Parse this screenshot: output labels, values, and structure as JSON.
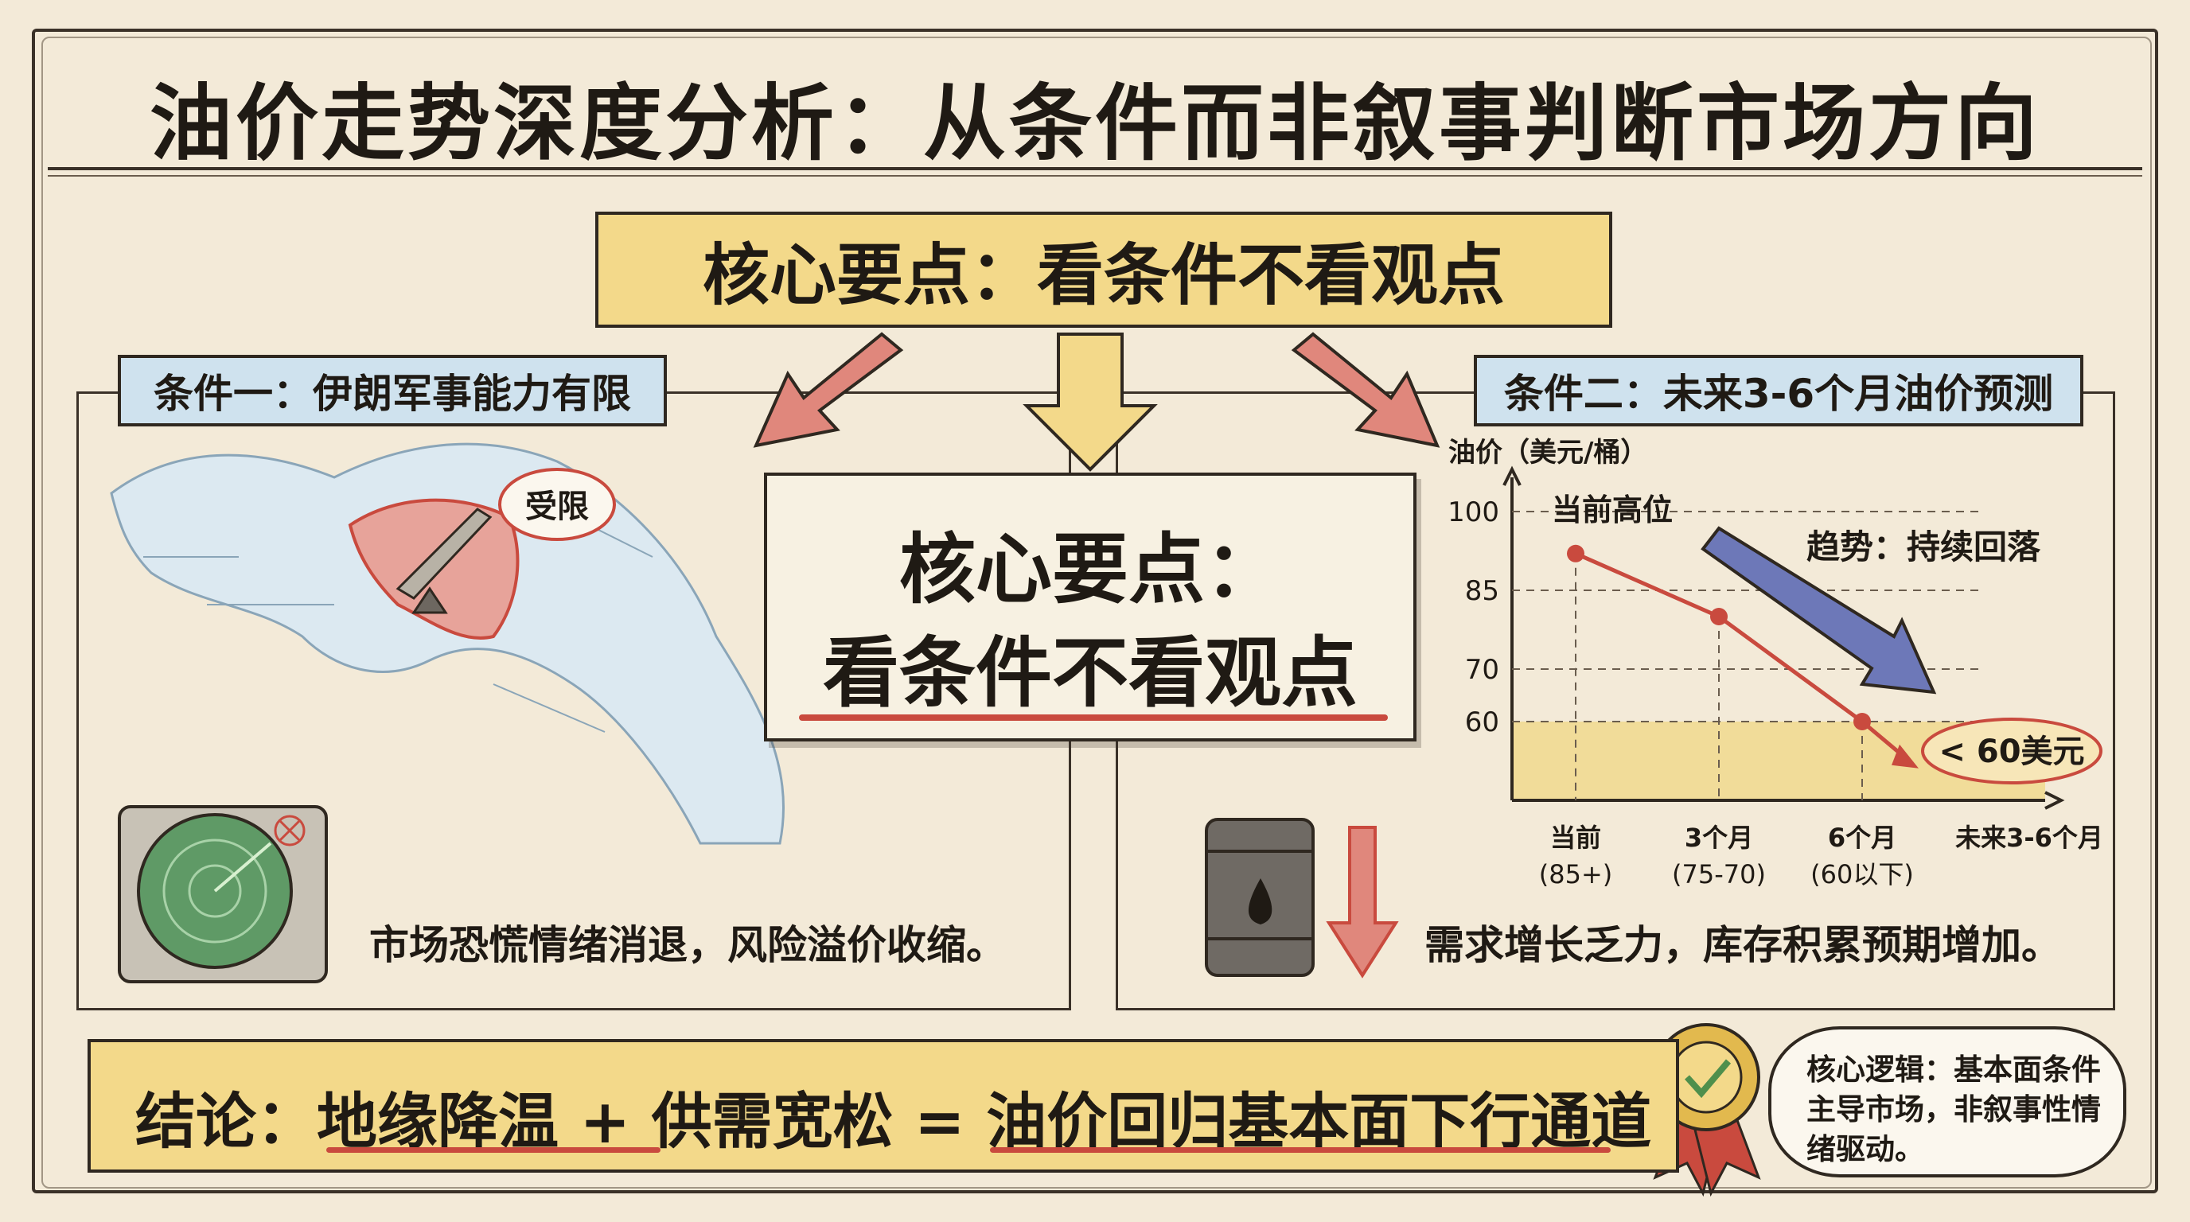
{
  "title": "油价走势深度分析：从条件而非叙事判断市场方向",
  "core_banner": "核心要点：看条件不看观点",
  "note_card": {
    "line1": "核心要点：",
    "line2": "看条件不看观点"
  },
  "condition_one": {
    "label": "条件一：伊朗军事能力有限",
    "map_tag": "受限",
    "caption": "市场恐慌情绪消退，风险溢价收缩。"
  },
  "condition_two": {
    "label": "条件二：未来3-6个月油价预测",
    "caption": "需求增长乏力，库存积累预期增加。"
  },
  "conclusion": {
    "text": "结论：地缘降温 + 供需宽松 = 油价回归基本面下行通道"
  },
  "bubble": "核心逻辑：基本面条件主导市场，非叙事性情绪驱动。",
  "colors": {
    "banner_yellow": "#f3d98a",
    "label_blue": "#cfe2ee",
    "accent_red": "#c94a3e",
    "trend_blue": "#6d78b8",
    "zone_yellow": "#f1dc99"
  },
  "chart_data": {
    "type": "line",
    "ylabel": "油价（美元/桶）",
    "yticks": [
      100,
      85,
      70,
      60
    ],
    "ylim": [
      45,
      105
    ],
    "x_labels": [
      {
        "top": "当前",
        "bottom": "(85+)"
      },
      {
        "top": "3个月",
        "bottom": "(75-70)"
      },
      {
        "top": "6个月",
        "bottom": "(60以下)"
      },
      {
        "top": "未来3-6个月",
        "bottom": ""
      }
    ],
    "series": [
      {
        "x": [
          0,
          1,
          2,
          2.35
        ],
        "y": [
          92,
          80,
          60,
          52
        ]
      }
    ],
    "annotations": {
      "current_high": "当前高位",
      "trend": "趋势：持续回落",
      "target": "< 60美元"
    },
    "shaded_zone_max": 60,
    "grid": "dashed"
  }
}
